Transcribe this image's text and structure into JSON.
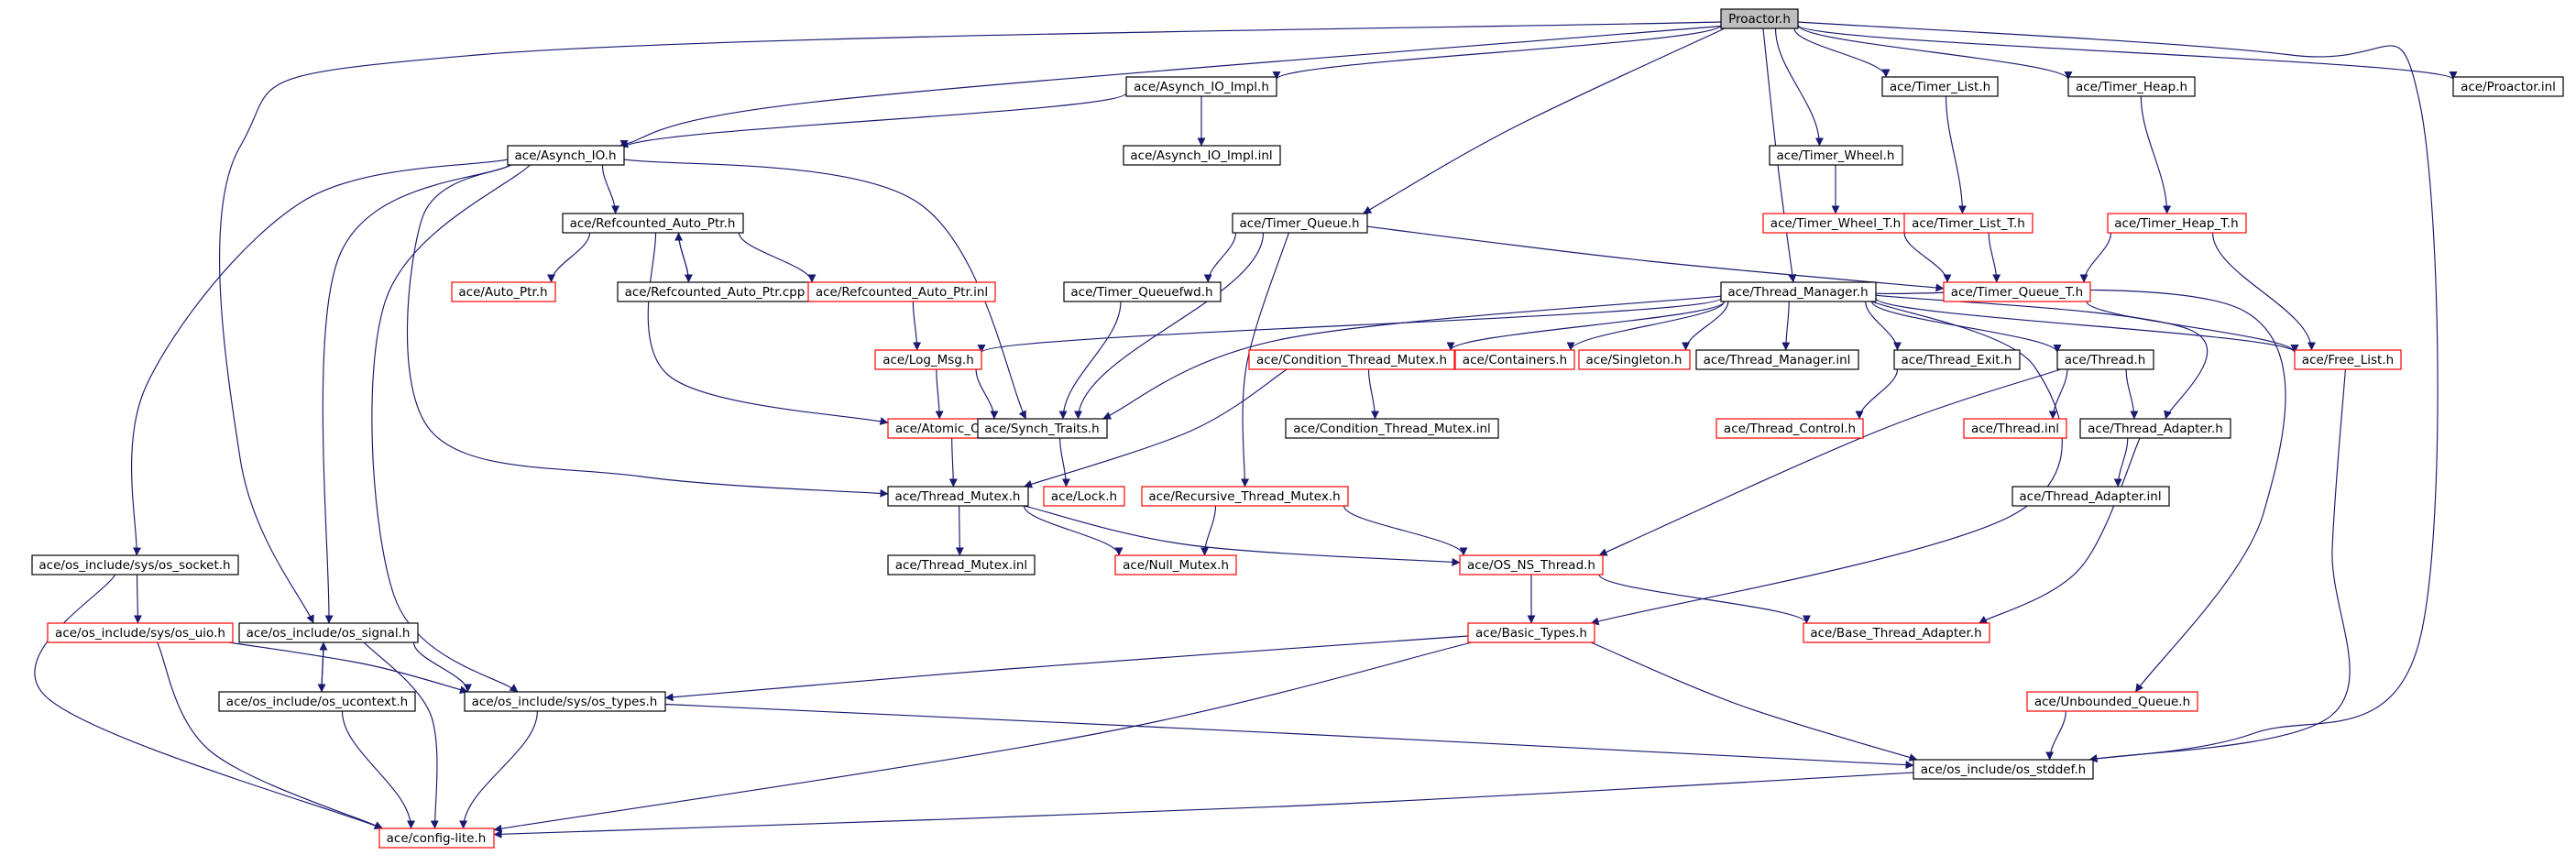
{
  "diagram": {
    "colors": {
      "edge": "#191970",
      "root_fill": "#bfbfbf",
      "node_fill": "#ffffff",
      "border_documented": "#000000",
      "border_undocumented": "#ff0000"
    },
    "nodes": [
      {
        "id": "proactor_h",
        "label": "Proactor.h",
        "style": "root"
      },
      {
        "id": "asynch_io_impl_h",
        "label": "ace/Asynch_IO_Impl.h",
        "style": "black"
      },
      {
        "id": "timer_list_h",
        "label": "ace/Timer_List.h",
        "style": "black"
      },
      {
        "id": "timer_heap_h",
        "label": "ace/Timer_Heap.h",
        "style": "black"
      },
      {
        "id": "proactor_inl",
        "label": "ace/Proactor.inl",
        "style": "black"
      },
      {
        "id": "asynch_io_h",
        "label": "ace/Asynch_IO.h",
        "style": "black"
      },
      {
        "id": "asynch_io_impl_inl",
        "label": "ace/Asynch_IO_Impl.inl",
        "style": "black"
      },
      {
        "id": "timer_wheel_h",
        "label": "ace/Timer_Wheel.h",
        "style": "black"
      },
      {
        "id": "refcounted_auto_ptr_h",
        "label": "ace/Refcounted_Auto_Ptr.h",
        "style": "black"
      },
      {
        "id": "timer_queue_h",
        "label": "ace/Timer_Queue.h",
        "style": "black"
      },
      {
        "id": "timer_wheel_t_h",
        "label": "ace/Timer_Wheel_T.h",
        "style": "red"
      },
      {
        "id": "timer_list_t_h",
        "label": "ace/Timer_List_T.h",
        "style": "red"
      },
      {
        "id": "timer_heap_t_h",
        "label": "ace/Timer_Heap_T.h",
        "style": "red"
      },
      {
        "id": "auto_ptr_h",
        "label": "ace/Auto_Ptr.h",
        "style": "red"
      },
      {
        "id": "refcounted_auto_ptr_cpp",
        "label": "ace/Refcounted_Auto_Ptr.cpp",
        "style": "black"
      },
      {
        "id": "refcounted_auto_ptr_inl",
        "label": "ace/Refcounted_Auto_Ptr.inl",
        "style": "red"
      },
      {
        "id": "timer_queuefwd_h",
        "label": "ace/Timer_Queuefwd.h",
        "style": "black"
      },
      {
        "id": "thread_manager_h",
        "label": "ace/Thread_Manager.h",
        "style": "black"
      },
      {
        "id": "timer_queue_t_h",
        "label": "ace/Timer_Queue_T.h",
        "style": "red"
      },
      {
        "id": "log_msg_h",
        "label": "ace/Log_Msg.h",
        "style": "red"
      },
      {
        "id": "condition_thread_mutex_h",
        "label": "ace/Condition_Thread_Mutex.h",
        "style": "red"
      },
      {
        "id": "containers_h",
        "label": "ace/Containers.h",
        "style": "red"
      },
      {
        "id": "singleton_h",
        "label": "ace/Singleton.h",
        "style": "red"
      },
      {
        "id": "thread_manager_inl",
        "label": "ace/Thread_Manager.inl",
        "style": "black"
      },
      {
        "id": "thread_exit_h",
        "label": "ace/Thread_Exit.h",
        "style": "black"
      },
      {
        "id": "thread_h",
        "label": "ace/Thread.h",
        "style": "black"
      },
      {
        "id": "free_list_h",
        "label": "ace/Free_List.h",
        "style": "red"
      },
      {
        "id": "atomic_op_h",
        "label": "ace/Atomic_Op.h",
        "style": "red"
      },
      {
        "id": "synch_traits_h",
        "label": "ace/Synch_Traits.h",
        "style": "black"
      },
      {
        "id": "condition_thread_mutex_inl",
        "label": "ace/Condition_Thread_Mutex.inl",
        "style": "black"
      },
      {
        "id": "thread_control_h",
        "label": "ace/Thread_Control.h",
        "style": "red"
      },
      {
        "id": "thread_inl",
        "label": "ace/Thread.inl",
        "style": "red"
      },
      {
        "id": "thread_adapter_h",
        "label": "ace/Thread_Adapter.h",
        "style": "black"
      },
      {
        "id": "thread_mutex_h",
        "label": "ace/Thread_Mutex.h",
        "style": "black"
      },
      {
        "id": "lock_h",
        "label": "ace/Lock.h",
        "style": "red"
      },
      {
        "id": "recursive_thread_mutex_h",
        "label": "ace/Recursive_Thread_Mutex.h",
        "style": "red"
      },
      {
        "id": "thread_adapter_inl",
        "label": "ace/Thread_Adapter.inl",
        "style": "black"
      },
      {
        "id": "os_socket_h",
        "label": "ace/os_include/sys/os_socket.h",
        "style": "black"
      },
      {
        "id": "thread_mutex_inl",
        "label": "ace/Thread_Mutex.inl",
        "style": "black"
      },
      {
        "id": "null_mutex_h",
        "label": "ace/Null_Mutex.h",
        "style": "red"
      },
      {
        "id": "os_ns_thread_h",
        "label": "ace/OS_NS_Thread.h",
        "style": "red"
      },
      {
        "id": "os_uio_h",
        "label": "ace/os_include/sys/os_uio.h",
        "style": "red"
      },
      {
        "id": "os_signal_h",
        "label": "ace/os_include/os_signal.h",
        "style": "black"
      },
      {
        "id": "basic_types_h",
        "label": "ace/Basic_Types.h",
        "style": "red"
      },
      {
        "id": "base_thread_adapter_h",
        "label": "ace/Base_Thread_Adapter.h",
        "style": "red"
      },
      {
        "id": "os_ucontext_h",
        "label": "ace/os_include/os_ucontext.h",
        "style": "black"
      },
      {
        "id": "os_types_h",
        "label": "ace/os_include/sys/os_types.h",
        "style": "black"
      },
      {
        "id": "unbounded_queue_h",
        "label": "ace/Unbounded_Queue.h",
        "style": "red"
      },
      {
        "id": "os_stddef_h",
        "label": "ace/os_include/os_stddef.h",
        "style": "black"
      },
      {
        "id": "config_lite_h",
        "label": "ace/config-lite.h",
        "style": "red"
      }
    ]
  }
}
